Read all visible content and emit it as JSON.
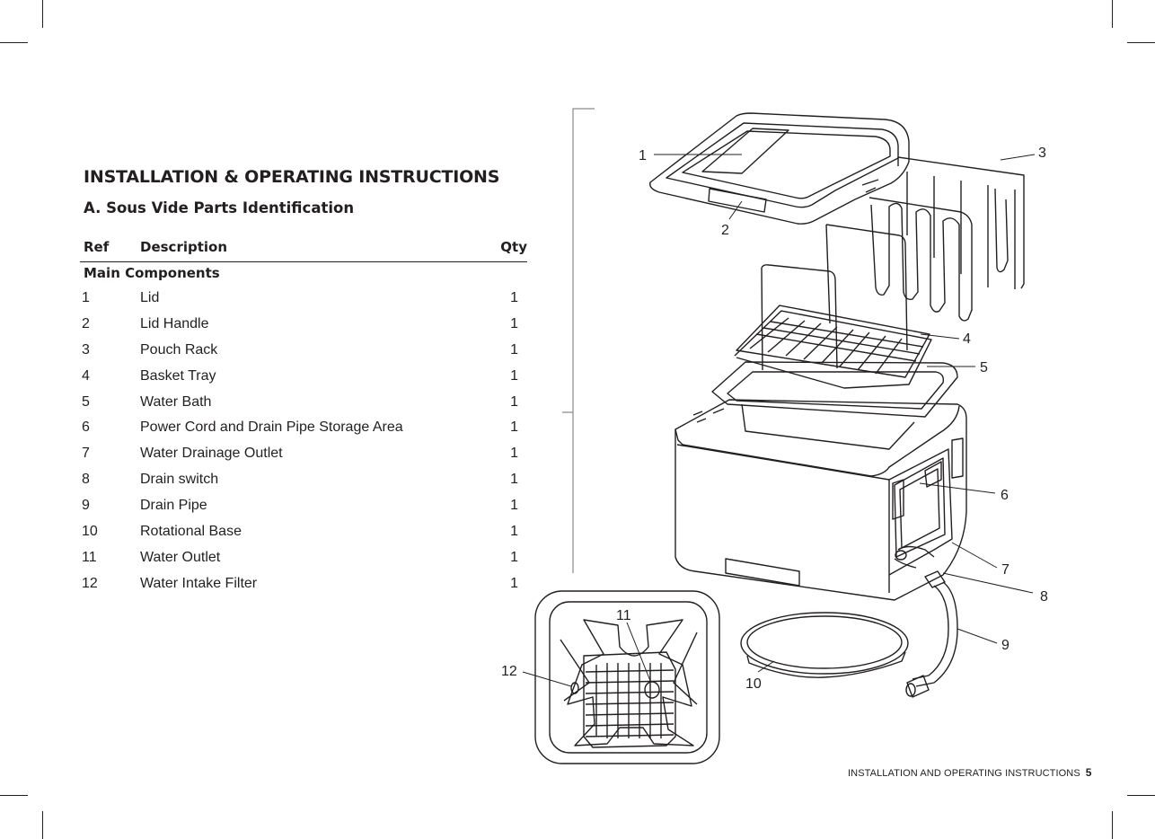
{
  "heading": "INSTALLATION & OPERATING INSTRUCTIONS",
  "subheading": "A. Sous Vide Parts Identification",
  "table": {
    "columns": {
      "ref": "Ref",
      "description": "Description",
      "qty": "Qty"
    },
    "group_label": "Main Components",
    "rows": [
      {
        "ref": "1",
        "description": "Lid",
        "qty": "1"
      },
      {
        "ref": "2",
        "description": "Lid Handle",
        "qty": "1"
      },
      {
        "ref": "3",
        "description": "Pouch Rack",
        "qty": "1"
      },
      {
        "ref": "4",
        "description": "Basket Tray",
        "qty": "1"
      },
      {
        "ref": "5",
        "description": "Water Bath",
        "qty": "1"
      },
      {
        "ref": "6",
        "description": "Power Cord and Drain Pipe Storage Area",
        "qty": "1"
      },
      {
        "ref": "7",
        "description": "Water Drainage Outlet",
        "qty": "1"
      },
      {
        "ref": "8",
        "description": "Drain switch",
        "qty": "1"
      },
      {
        "ref": "9",
        "description": "Drain Pipe",
        "qty": "1"
      },
      {
        "ref": "10",
        "description": "Rotational Base",
        "qty": "1"
      },
      {
        "ref": "11",
        "description": "Water Outlet",
        "qty": "1"
      },
      {
        "ref": "12",
        "description": "Water Intake Filter",
        "qty": "1"
      }
    ]
  },
  "diagram": {
    "callouts": [
      "1",
      "2",
      "3",
      "4",
      "5",
      "6",
      "7",
      "8",
      "9",
      "10",
      "11",
      "12"
    ]
  },
  "footer": {
    "text": "INSTALLATION AND OPERATING INSTRUCTIONS",
    "page": "5"
  }
}
